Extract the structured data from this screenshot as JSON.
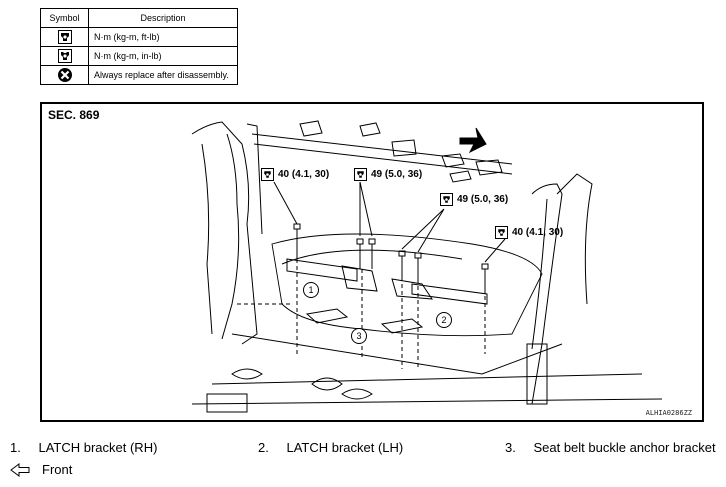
{
  "legend": {
    "header_symbol": "Symbol",
    "header_description": "Description",
    "rows": [
      {
        "icon": "torque-ftlb-icon",
        "text": "N·m (kg-m, ft-lb)"
      },
      {
        "icon": "torque-inlb-icon",
        "text": "N·m (kg-m, in-lb)"
      },
      {
        "icon": "replace-icon",
        "text": "Always replace after disassembly."
      }
    ]
  },
  "figure": {
    "section": "SEC. 869",
    "code": "ALHIA0286ZZ",
    "torques": [
      {
        "value": "40 (4.1, 30)"
      },
      {
        "value": "49 (5.0, 36)"
      },
      {
        "value": "49 (5.0, 36)"
      },
      {
        "value": "40 (4.1, 30)"
      }
    ],
    "callouts": [
      "1",
      "2",
      "3"
    ]
  },
  "captions": [
    {
      "num": "1.",
      "text": "LATCH bracket (RH)"
    },
    {
      "num": "2.",
      "text": "LATCH bracket (LH)"
    },
    {
      "num": "3.",
      "text": "Seat belt buckle anchor bracket"
    }
  ],
  "front": {
    "icon": "front-arrow-icon",
    "text": "Front"
  }
}
